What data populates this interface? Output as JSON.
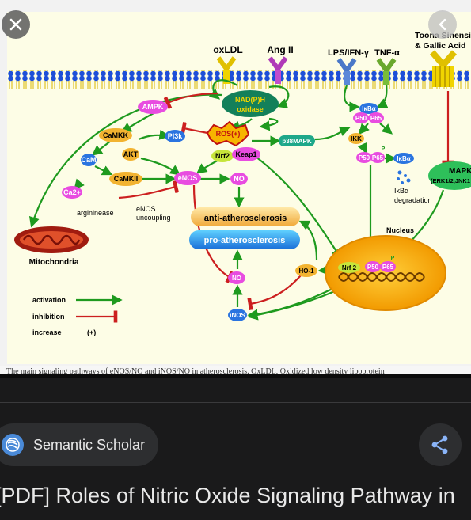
{
  "viewer": {
    "caption": "The main signaling pathways of eNOS/NO and iNOS/NO in atherosclerosis. OxLDL, Oxidized low density lipoprotein",
    "close_icon": "close-icon",
    "back_icon": "chevron-left-icon"
  },
  "diagram": {
    "ligands": {
      "oxldl": "oxLDL",
      "angii": "Ang II",
      "lps": "LPS/IFN-γ",
      "tnf": "TNF-α",
      "toona_1": "Toona Sinensis",
      "toona_2": "& Gallic Acid"
    },
    "nodes": {
      "nadph_1": "NAD(P)H",
      "nadph_2": "oxidase",
      "ampk": "AMPK",
      "camkk": "CaMKK",
      "pi3k": "PI3k",
      "ros": "ROS(+)",
      "akt": "AKT",
      "cam": "CaM",
      "camkii": "CaMKII",
      "ca2": "Ca2+",
      "nrf2": "Nrf2",
      "keap1": "Keap1",
      "enos": "eNOS",
      "no_top": "NO",
      "p38mapk": "p38MAPK",
      "ikba_top": "IκBα",
      "p50_top": "P50",
      "p65_top": "P65",
      "ikk": "IKK",
      "p_small_1": "P",
      "p_small_2": "P",
      "p_small_3": "P",
      "p50_mid": "P50",
      "p65_mid": "P65",
      "ikba_mid": "IκBα",
      "ikba_deg_1": "IκBα",
      "ikba_deg_2": "degradation",
      "mapk_1": "MAPK",
      "mapk_2": "(ERK1/2,JNK1",
      "arginase": "argininease",
      "enos_unc_1": "eNOS",
      "enos_unc_2": "uncoupling",
      "anti": "anti-atherosclerosis",
      "pro": "pro-atherosclerosis",
      "nucleus": "Nucleus",
      "mito": "Mitochondria",
      "ho1": "HO-1",
      "nrf2_nuc": "Nrf 2",
      "p50_nuc": "P50",
      "p65_nuc": "P65",
      "no_bottom": "NO",
      "inos": "iNOS"
    },
    "legend": {
      "activation": "activation",
      "inhibition": "inhibition",
      "increase": "increase",
      "increase_sym": "(+)"
    }
  },
  "source": {
    "name": "Semantic Scholar",
    "icon": "semantic-scholar-icon"
  },
  "share": {
    "icon": "share-icon"
  },
  "result": {
    "title": "[PDF] Roles of Nitric Oxide Signaling Pathway in"
  },
  "colors": {
    "activation": "#1e9a1e",
    "inhibition": "#cc1f1f",
    "membrane": "#1e4fd8",
    "diagram_bg": "#fdfde6"
  }
}
